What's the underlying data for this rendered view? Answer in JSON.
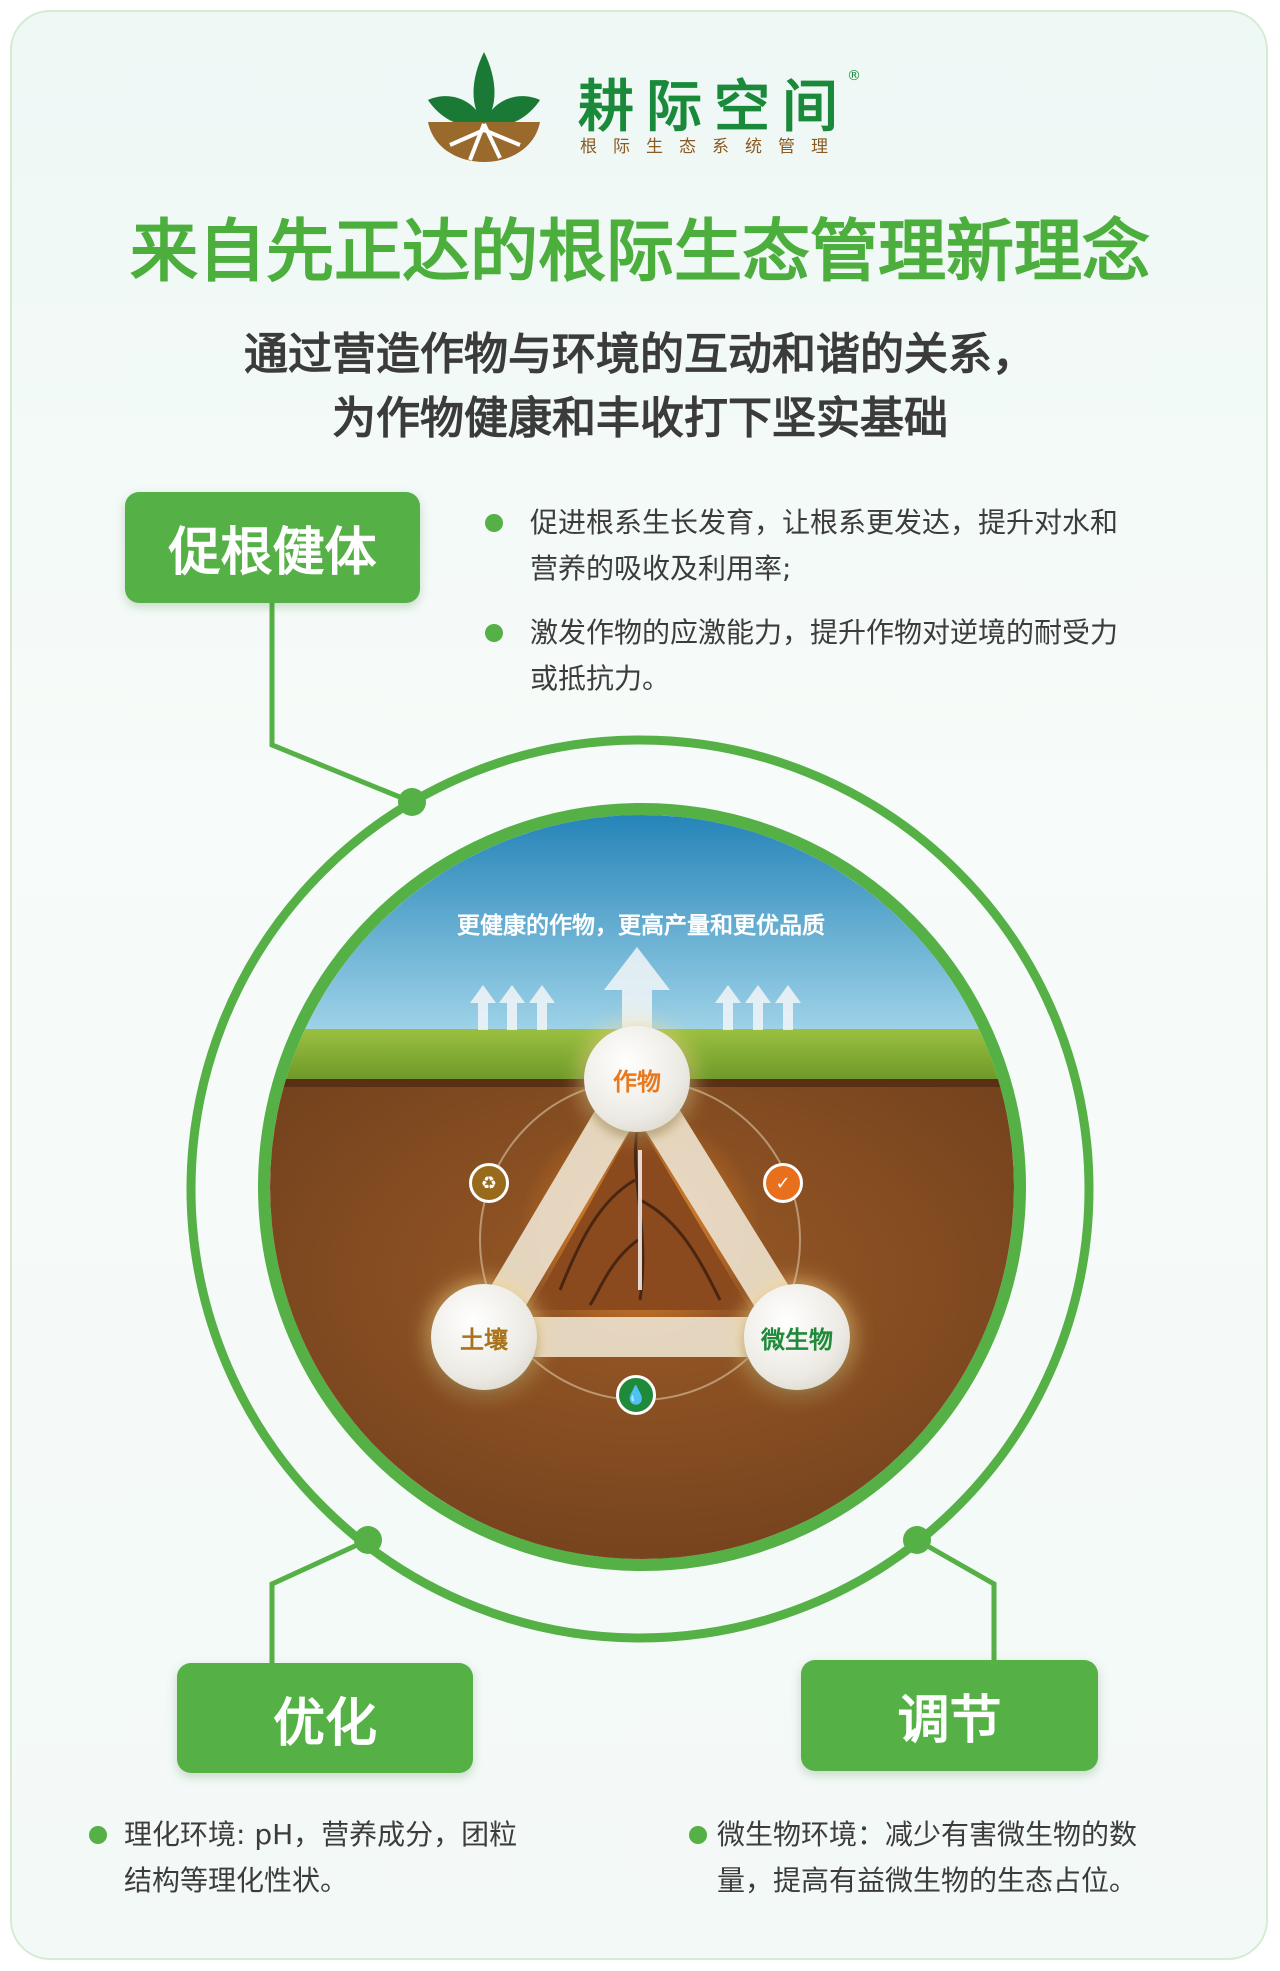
{
  "logo": {
    "name": "耕际空间",
    "registered": "®",
    "tagline": "根际生态系统管理"
  },
  "title": "来自先正达的根际生态管理新理念",
  "subtitle": [
    "通过营造作物与环境的互动和谐的关系，",
    "为作物健康和丰收打下坚实基础"
  ],
  "sections": {
    "root": {
      "label": "促根健体",
      "bullets": [
        [
          "促进根系生长发育，让根系更发达，提升对水和",
          "营养的吸收及利用率;"
        ],
        [
          "激发作物的应激能力，提升作物对逆境的耐受力",
          "或抵抗力。"
        ]
      ]
    },
    "optimize": {
      "label": "优化",
      "bullets": [
        [
          "理化环境: pH，营养成分，团粒",
          "结构等理化性状。"
        ]
      ]
    },
    "regulate": {
      "label": "调节",
      "bullets": [
        [
          "微生物环境：减少有害微生物的数",
          "量，提高有益微生物的生态占位。"
        ]
      ]
    }
  },
  "diagram": {
    "headline": "更健康的作物，更高产量和更优品质",
    "nodes": {
      "crop": "作物",
      "soil": "土壤",
      "microbe": "微生物"
    },
    "icons": [
      "recycle-leaf-icon",
      "shield-check-icon",
      "water-drops-icon"
    ]
  },
  "colors": {
    "green": "#55b046",
    "title_green": "#4cae3c",
    "brand_green": "#1a8a3a",
    "soil": "#7a4a24",
    "crop_text": "#e8791f",
    "soil_text": "#a8731a",
    "microbe_text": "#1f8a3a"
  }
}
